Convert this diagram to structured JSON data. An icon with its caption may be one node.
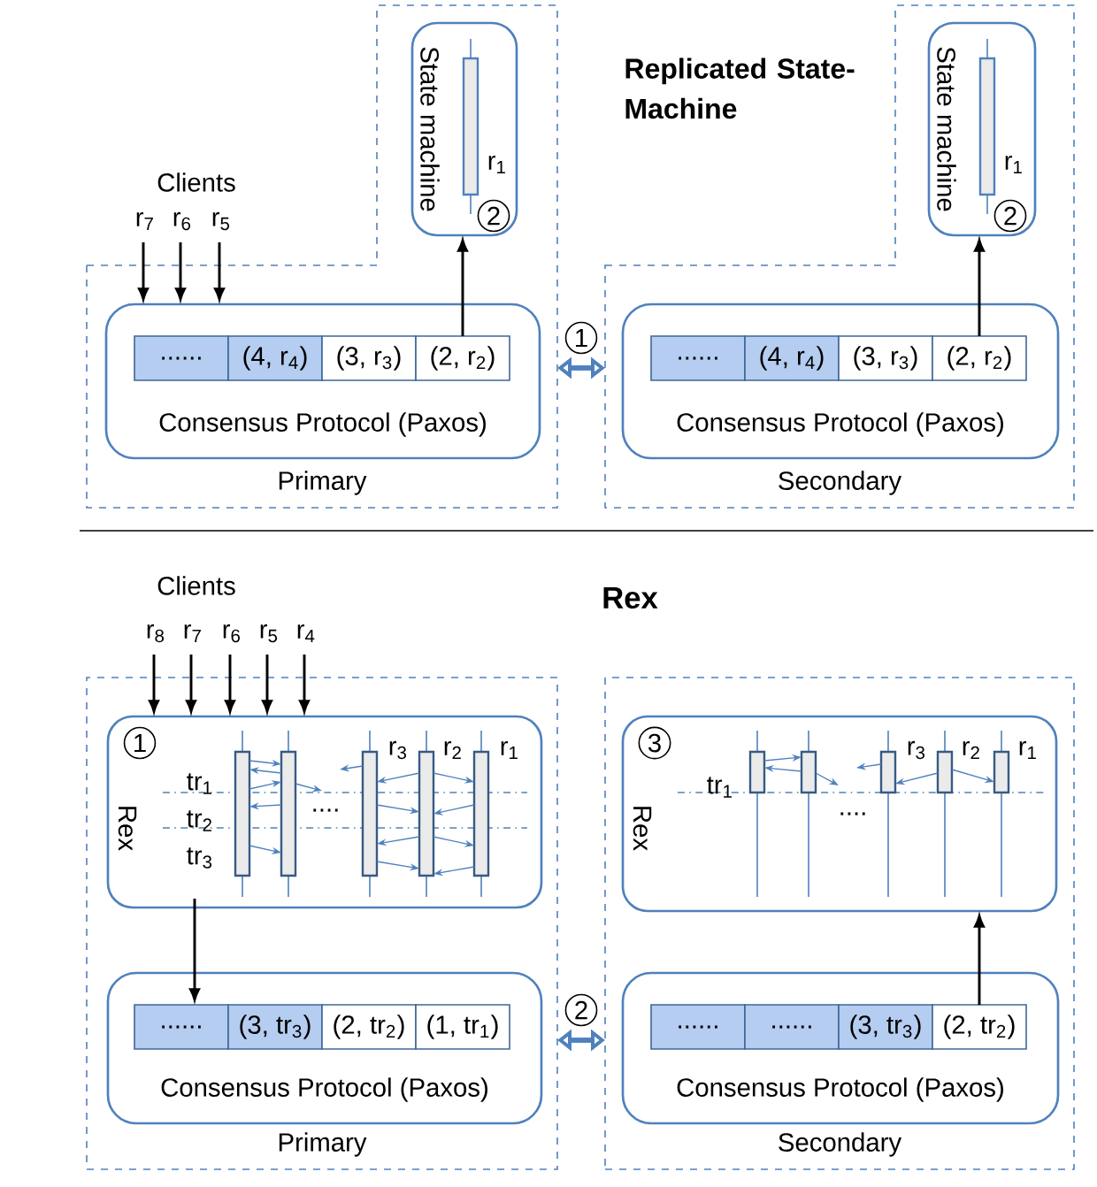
{
  "diagram": {
    "nodes": [
      {
        "text": [
          "Primary"
        ]
      },
      {
        "text": [
          "State machine"
        ],
        "in": 0
      },
      {
        "text": [
          "Consensus Protocol (Paxos)"
        ],
        "in": 0
      },
      {
        "text": [
          "......"
        ],
        "in": 2
      },
      {
        "text": [
          "(4, r$_{4}$)"
        ],
        "in": 2
      },
      {
        "text": [
          "(3, r$_{3}$)"
        ],
        "in": 2
      },
      {
        "text": [
          "(2, r$_{2}$)"
        ],
        "in": 2
      },
      {
        "text": [
          "Secondary"
        ]
      },
      {
        "text": [
          "State machine"
        ],
        "in": 7
      },
      {
        "text": [
          "Consensus Protocol (Paxos)"
        ],
        "in": 7
      },
      {
        "text": [
          "......"
        ],
        "in": 9
      },
      {
        "text": [
          "(4, r$_{4}$)"
        ],
        "in": 9
      },
      {
        "text": [
          "(3, r$_{3}$)"
        ],
        "in": 9
      },
      {
        "text": [
          "(2, r$_{2}$)"
        ],
        "in": 9
      },
      {
        "text": [
          "Primary"
        ]
      },
      {
        "text": [
          "Rex"
        ],
        "in": 14
      },
      {
        "text": [
          "Consensus Protocol (Paxos)"
        ],
        "in": 14
      },
      {
        "text": [
          "......"
        ],
        "in": 16
      },
      {
        "text": [
          "(3, tr$_{3}$)"
        ],
        "in": 16
      },
      {
        "text": [
          "(2, tr$_{2}$)"
        ],
        "in": 16
      },
      {
        "text": [
          "(1, tr$_{1}$)"
        ],
        "in": 16
      },
      {
        "text": [
          "Secondary"
        ]
      },
      {
        "text": [
          "Rex"
        ],
        "in": 21
      },
      {
        "text": [
          "Consensus Protocol (Paxos)"
        ],
        "in": 21
      },
      {
        "text": [
          "......"
        ],
        "in": 23
      },
      {
        "text": [
          "......"
        ],
        "in": 23
      },
      {
        "text": [
          "(3, tr$_{3}$)"
        ],
        "in": 23
      },
      {
        "text": [
          "(2, tr$_{2}$)"
        ],
        "in": 23
      }
    ],
    "edges": [
      {
        "from": null,
        "to": 2,
        "arrow": "to",
        "label": "r$_{7}$"
      },
      {
        "from": null,
        "to": 2,
        "arrow": "to",
        "label": "r$_{6}$"
      },
      {
        "from": null,
        "to": 2,
        "arrow": "to",
        "label": "r$_{5}$"
      },
      {
        "from": 6,
        "to": 1,
        "arrow": "to"
      },
      {
        "from": 0,
        "to": 7,
        "arrow": "both",
        "label": "1",
        "color": "#4f81bd"
      },
      {
        "from": 13,
        "to": 8,
        "arrow": "to"
      },
      {
        "from": null,
        "to": 15,
        "arrow": "to",
        "label": "r$_{8}$"
      },
      {
        "from": null,
        "to": 15,
        "arrow": "to",
        "label": "r$_{7}$"
      },
      {
        "from": null,
        "to": 15,
        "arrow": "to",
        "label": "r$_{6}$"
      },
      {
        "from": null,
        "to": 15,
        "arrow": "to",
        "label": "r$_{5}$"
      },
      {
        "from": null,
        "to": 15,
        "arrow": "to",
        "label": "r$_{4}$"
      },
      {
        "from": 15,
        "to": 17,
        "arrow": "to"
      },
      {
        "from": 14,
        "to": 21,
        "arrow": "both",
        "label": "2",
        "color": "#4f81bd"
      },
      {
        "from": 27,
        "to": 22,
        "arrow": "to"
      }
    ],
    "labels": [
      "Replicated State-Machine",
      "Clients",
      "r$_{1}$",
      "2",
      "r$_{1}$",
      "2",
      "Rex",
      "Clients",
      "1",
      "tr$_{1}$",
      "tr$_{2}$",
      "tr$_{3}$",
      "r$_{3}$",
      "r$_{2}$",
      "r$_{1}$",
      "....",
      "3",
      "tr$_{1}$",
      "r$_{3}$",
      "r$_{2}$",
      "r$_{1}$",
      "...."
    ]
  }
}
